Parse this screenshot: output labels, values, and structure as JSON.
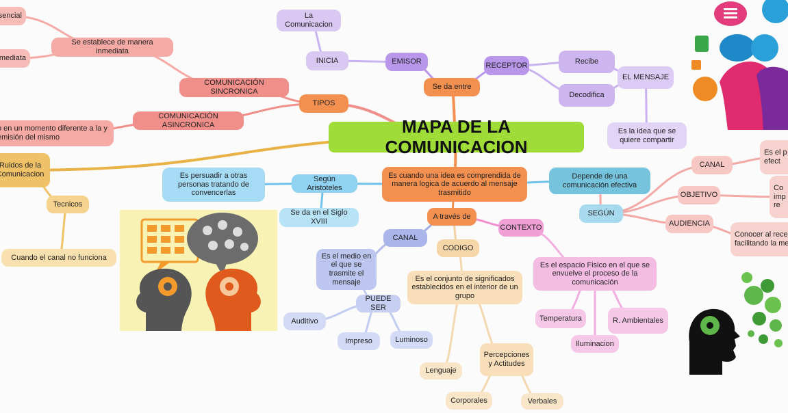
{
  "diagram": {
    "root": {
      "text": "MAPA DE LA COMUNICACION"
    },
    "nodes": [
      {
        "id": "inicia_top",
        "text": "La Comunicacion",
        "fill": "#d9c8f2"
      },
      {
        "id": "inicia",
        "text": "INICIA",
        "fill": "#d9c8f2"
      },
      {
        "id": "emisor",
        "text": "EMISOR",
        "fill": "#b896ea"
      },
      {
        "id": "se_da_entre",
        "text": "Se da entre",
        "fill": "#f3904f"
      },
      {
        "id": "receptor",
        "text": "RECEPTOR",
        "fill": "#b896ea"
      },
      {
        "id": "recibe",
        "text": "Recibe",
        "fill": "#cdb5f0"
      },
      {
        "id": "decodifica",
        "text": "Decodifica",
        "fill": "#cdb5f0"
      },
      {
        "id": "el_mensaje",
        "text": "EL MENSAJE",
        "fill": "#dccbf5"
      },
      {
        "id": "es_la_idea",
        "text": "Es la idea que se quiere compartir",
        "fill": "#e2d4f7"
      },
      {
        "id": "tipos",
        "text": "TIPOS",
        "fill": "#f3904f"
      },
      {
        "id": "sincronica",
        "text": "COMUNICACIÓN SINCRONICA",
        "fill": "#f08f8a"
      },
      {
        "id": "se_establece",
        "text": "Se establece de manera inmediata",
        "fill": "#f5aaa5"
      },
      {
        "id": "presencial",
        "text": "sencial",
        "fill": "#f7bcb8"
      },
      {
        "id": "inmediata",
        "text": "mediata",
        "fill": "#f7bcb8"
      },
      {
        "id": "asincronica",
        "text": "COMUNICACIÓN ASINCRONICA",
        "fill": "#f08f8a"
      },
      {
        "id": "asinc_desc",
        "text": "o en un momento diferente a la y emisión del mismo",
        "fill": "#f5aaa5"
      },
      {
        "id": "ruidos",
        "text": "Ruidos de la Comunicacion",
        "fill": "#f0c267"
      },
      {
        "id": "tecnicos",
        "text": "Tecnicos",
        "fill": "#f5d38e"
      },
      {
        "id": "cuando_canal",
        "text": "Cuando el canal no funciona",
        "fill": "#f8e1ae"
      },
      {
        "id": "es_cuando",
        "text": "Es cuando una idea es comprendida de manera logica de acuerdo al mensaje trasmitido",
        "fill": "#f3904f"
      },
      {
        "id": "segun_arist",
        "text": "Según Aristoteles",
        "fill": "#8fd2f2"
      },
      {
        "id": "es_persuadir",
        "text": "Es persuadir a otras personas tratando de convencerlas",
        "fill": "#a5dbf5"
      },
      {
        "id": "siglo_xviii",
        "text": "Se da en el Siglo XVIII",
        "fill": "#b8e3f7"
      },
      {
        "id": "depende",
        "text": "Depende de una comunicación efectiva",
        "fill": "#76c3de"
      },
      {
        "id": "segun",
        "text": "SEGÚN",
        "fill": "#a7daee"
      },
      {
        "id": "canal_r",
        "text": "CANAL",
        "fill": "#f7c7c4"
      },
      {
        "id": "canal_r_desc",
        "text": "Es el p\nefect",
        "fill": "#f7d2cf"
      },
      {
        "id": "objetivo",
        "text": "OBJETIVO",
        "fill": "#f7c7c4"
      },
      {
        "id": "objetivo_desc",
        "text": "Co\nimp\nre",
        "fill": "#f7d2cf"
      },
      {
        "id": "audiencia",
        "text": "AUDIENCIA",
        "fill": "#f7c7c4"
      },
      {
        "id": "audiencia_desc",
        "text": "Conocer al recep facilitando la me",
        "fill": "#f7d2cf"
      },
      {
        "id": "a_traves",
        "text": "A través de",
        "fill": "#f3904f"
      },
      {
        "id": "canal",
        "text": "CANAL",
        "fill": "#aab6ea"
      },
      {
        "id": "canal_desc",
        "text": "Es el medio en el que se trasmite el mensaje",
        "fill": "#bcc6ef"
      },
      {
        "id": "puede_ser",
        "text": "PUEDE SER",
        "fill": "#c7d0f2"
      },
      {
        "id": "auditivo",
        "text": "Auditivo",
        "fill": "#d2daf5"
      },
      {
        "id": "impreso",
        "text": "Impreso",
        "fill": "#d2daf5"
      },
      {
        "id": "luminoso",
        "text": "Luminoso",
        "fill": "#d2daf5"
      },
      {
        "id": "codigo",
        "text": "CODIGO",
        "fill": "#f5d6a8"
      },
      {
        "id": "codigo_desc",
        "text": "Es el conjunto de significados establecidos en el interior de un grupo",
        "fill": "#f8dfb9"
      },
      {
        "id": "lenguaje",
        "text": "Lenguaje",
        "fill": "#f9e6c9"
      },
      {
        "id": "percepciones",
        "text": "Percepciones y Actitudes",
        "fill": "#f8dfb9"
      },
      {
        "id": "corporales",
        "text": "Corporales",
        "fill": "#f9e6c9"
      },
      {
        "id": "verbales",
        "text": "Verbales",
        "fill": "#f9e6c9"
      },
      {
        "id": "contexto",
        "text": "CONTEXTO",
        "fill": "#f0a0d6"
      },
      {
        "id": "contexto_desc",
        "text": "Es el espacio Fisico en el que se envuelve el proceso de la comunicación",
        "fill": "#f4bce3"
      },
      {
        "id": "temperatura",
        "text": "Temperatura",
        "fill": "#f6c8e8"
      },
      {
        "id": "ambientales",
        "text": "R. Ambientales",
        "fill": "#f6c8e8"
      },
      {
        "id": "iluminacion",
        "text": "Iluminacion",
        "fill": "#f6c8e8"
      }
    ],
    "edges": [
      [
        "root",
        "tipos"
      ],
      [
        "root",
        "se_da_entre"
      ],
      [
        "root",
        "ruidos"
      ],
      [
        "root",
        "es_cuando"
      ],
      [
        "se_da_entre",
        "emisor"
      ],
      [
        "se_da_entre",
        "receptor"
      ],
      [
        "emisor",
        "inicia"
      ],
      [
        "inicia",
        "inicia_top"
      ],
      [
        "receptor",
        "recibe"
      ],
      [
        "receptor",
        "decodifica"
      ],
      [
        "recibe",
        "el_mensaje"
      ],
      [
        "decodifica",
        "el_mensaje"
      ],
      [
        "el_mensaje",
        "es_la_idea"
      ],
      [
        "tipos",
        "sincronica"
      ],
      [
        "tipos",
        "asincronica"
      ],
      [
        "sincronica",
        "se_establece"
      ],
      [
        "se_establece",
        "presencial"
      ],
      [
        "se_establece",
        "inmediata"
      ],
      [
        "asincronica",
        "asinc_desc"
      ],
      [
        "ruidos",
        "tecnicos"
      ],
      [
        "tecnicos",
        "cuando_canal"
      ],
      [
        "es_cuando",
        "segun_arist"
      ],
      [
        "segun_arist",
        "es_persuadir"
      ],
      [
        "segun_arist",
        "siglo_xviii"
      ],
      [
        "es_cuando",
        "depende"
      ],
      [
        "depende",
        "segun"
      ],
      [
        "segun",
        "canal_r"
      ],
      [
        "segun",
        "objetivo"
      ],
      [
        "segun",
        "audiencia"
      ],
      [
        "canal_r",
        "canal_r_desc"
      ],
      [
        "objetivo",
        "objetivo_desc"
      ],
      [
        "audiencia",
        "audiencia_desc"
      ],
      [
        "es_cuando",
        "a_traves"
      ],
      [
        "a_traves",
        "canal"
      ],
      [
        "a_traves",
        "codigo"
      ],
      [
        "a_traves",
        "contexto"
      ],
      [
        "canal",
        "canal_desc"
      ],
      [
        "canal_desc",
        "puede_ser"
      ],
      [
        "puede_ser",
        "auditivo"
      ],
      [
        "puede_ser",
        "impreso"
      ],
      [
        "puede_ser",
        "luminoso"
      ],
      [
        "codigo",
        "codigo_desc"
      ],
      [
        "codigo_desc",
        "lenguaje"
      ],
      [
        "codigo_desc",
        "percepciones"
      ],
      [
        "percepciones",
        "corporales"
      ],
      [
        "percepciones",
        "verbales"
      ],
      [
        "contexto",
        "contexto_desc"
      ],
      [
        "contexto_desc",
        "temperatura"
      ],
      [
        "contexto_desc",
        "ambientales"
      ],
      [
        "contexto_desc",
        "iluminacion"
      ]
    ],
    "edge_colors": {
      "tipos": "#f08f8a",
      "sincronica": "#f08f8a",
      "asincronica": "#f08f8a",
      "se_establece": "#f5aaa5",
      "emisor": "#b896ea",
      "receptor": "#b896ea",
      "inicia": "#c9b2ef",
      "recibe": "#c9b2ef",
      "decodifica": "#c9b2ef",
      "el_mensaje": "#c9b2ef",
      "ruidos": "#e8b246",
      "tecnicos": "#f0c267",
      "segun_arist": "#6fc0ea",
      "depende": "#6fc0ea",
      "segun": "#f2a8a4",
      "canal_r": "#f2a8a4",
      "objetivo": "#f2a8a4",
      "audiencia": "#f2a8a4",
      "canal": "#a2aee6",
      "canal_desc": "#b3bdec",
      "puede_ser": "#c2cbf1",
      "codigo": "#f2cfa0",
      "codigo_desc": "#f3d8b0",
      "percepciones": "#f3d8b0",
      "contexto": "#ef8fcf",
      "contexto_desc": "#f2aee0",
      "root": "#f3904f",
      "se_da_entre": "#f3904f",
      "es_cuando": "#f3904f",
      "a_traves": "#f3904f"
    }
  }
}
